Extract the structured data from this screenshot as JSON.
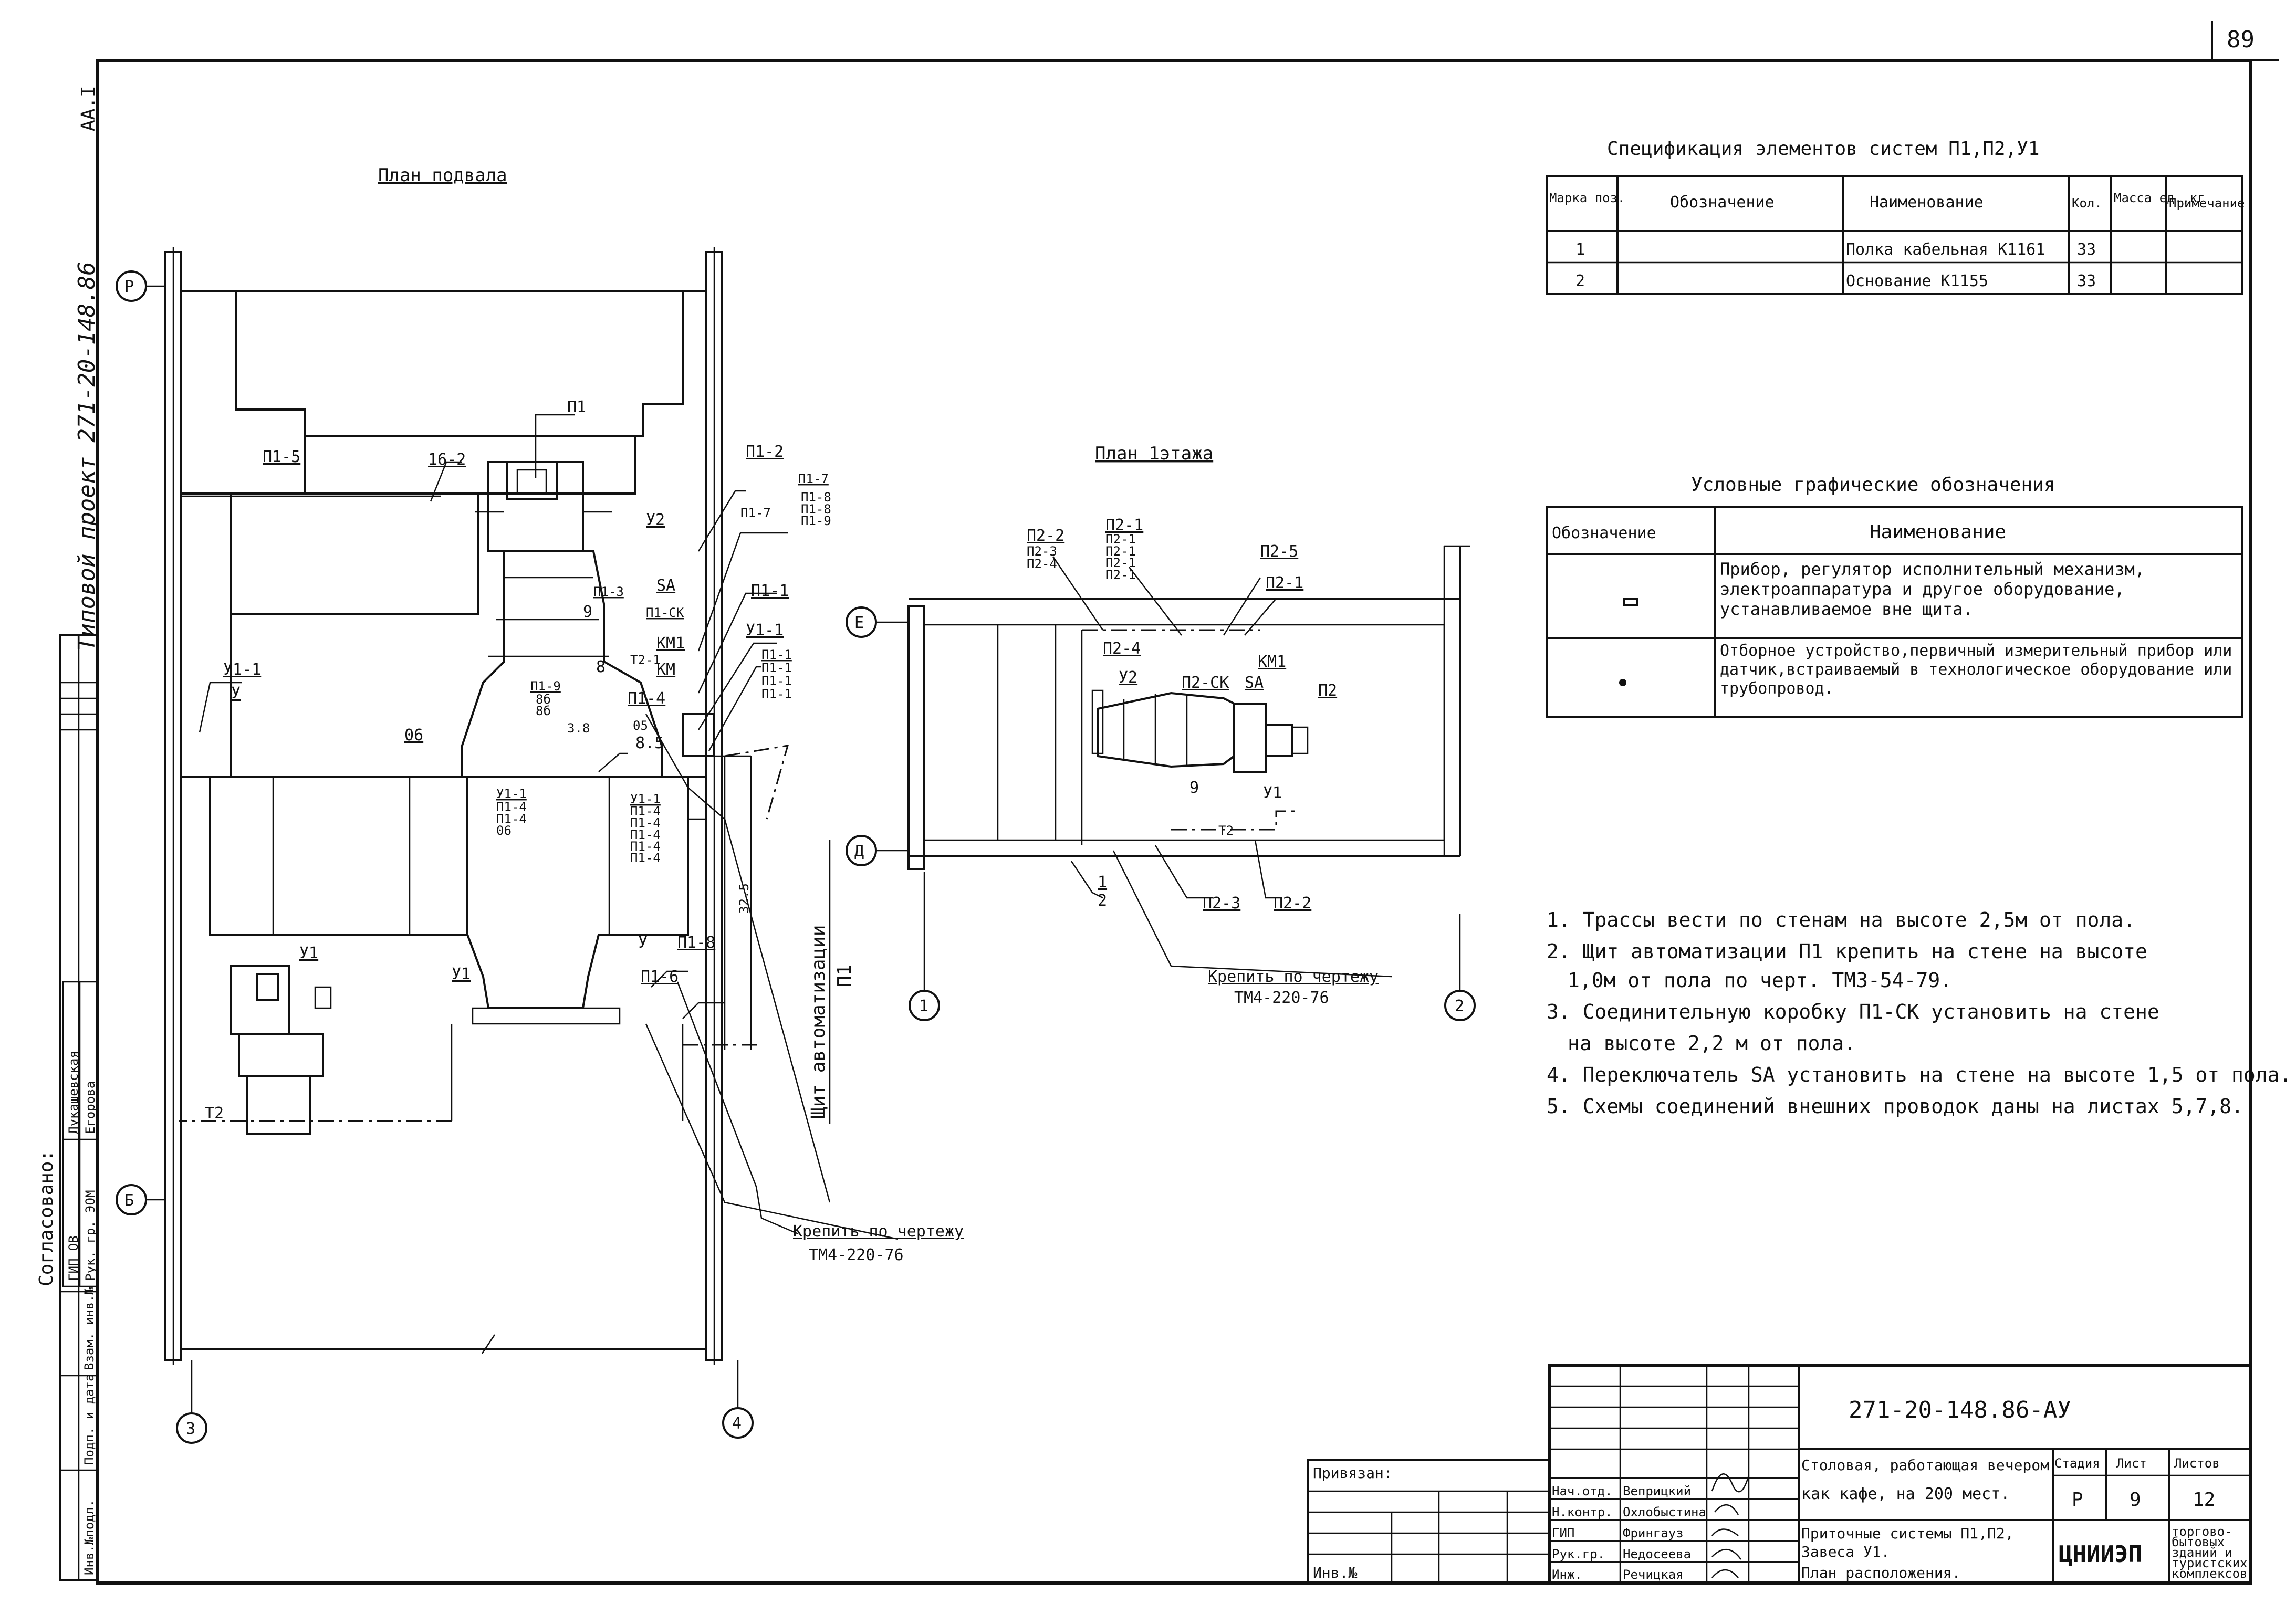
{
  "sheet": {
    "page_number": "89",
    "sheet_code": "АА.I",
    "project_note": "Типовой проект 271-20-148.86"
  },
  "basement_plan": {
    "title": "План подвала",
    "axis_labels": [
      "Р",
      "Б",
      "3",
      "4"
    ],
    "tags": [
      "П1",
      "П1-5",
      "16-2",
      "П1-2",
      "П1-7",
      "П1-7",
      "П1-8",
      "П1-8",
      "П1-9",
      "У2",
      "SA",
      "П1-СК",
      "П1-3",
      "П1-1",
      "У1-1",
      "9",
      "КМ1",
      "КМ",
      "8",
      "Т2-1",
      "У1-1",
      "У",
      "П1-9",
      "8б",
      "8б",
      "П1-4",
      "3.8",
      "8.5",
      "05",
      "06",
      "У1-1",
      "П1-4",
      "П1-4",
      "06",
      "У1-1",
      "П1-4",
      "П1-4",
      "П1-4",
      "П1-4",
      "П1-4",
      "У",
      "П1-8",
      "П1-6",
      "У1",
      "У1",
      "Т2",
      "32.5"
    ],
    "right_tags": [
      "П1-1",
      "П1-1",
      "П1-1",
      "П1-1"
    ],
    "cabinet_label": "Щит автоматизации",
    "cabinet_sub": "П1",
    "fix_note": "Крепить по чертежу",
    "fix_ref": "ТМ4-220-76"
  },
  "floor1_plan": {
    "title": "План 1этажа",
    "axis_labels": [
      "Е",
      "Д",
      "1",
      "2"
    ],
    "tags": [
      "П2-2",
      "П2-3",
      "П2-4",
      "П2-1",
      "П2-1",
      "П2-1",
      "П2-1",
      "П2-1",
      "П2-5",
      "П2-1",
      "П2-4",
      "У2",
      "П2-СК",
      "SA",
      "КМ1",
      "П2",
      "9",
      "У1",
      "Т2",
      "П2-3",
      "П2-2",
      "1",
      "2"
    ],
    "fix_note": "Крепить по чертежу",
    "fix_ref": "ТМ4-220-76"
  },
  "spec_table": {
    "title": "Спецификация элементов систем П1,П2,У1",
    "headers": [
      "Марка поз.",
      "Обозначение",
      "Наименование",
      "Кол.",
      "Масса ед.,кг",
      "Примечание"
    ],
    "rows": [
      [
        "1",
        "",
        "Полка кабельная К1161",
        "33",
        "",
        ""
      ],
      [
        "2",
        "",
        "Основание К1155",
        "33",
        "",
        ""
      ]
    ]
  },
  "legend_table": {
    "title": "Условные графические обозначения",
    "headers": [
      "Обозначение",
      "Наименование"
    ],
    "rows": [
      [
        "Прибор, регулятор исполнительный механизм, электроаппаратура и другое оборудование, устанавливаемое вне щита."
      ],
      [
        "Отборное устройство,первичный измерительный прибор или датчик,встраиваемый в технологическое оборудование или трубопровод."
      ]
    ]
  },
  "notes": [
    "1. Трассы вести по стенам на высоте 2,5м от пола.",
    "2. Щит автоматизации П1 крепить на стене на высоте",
    "1,0м от пола по черт. ТМ3-54-79.",
    "3. Соединительную коробку П1-СК установить на стене",
    "на высоте 2,2 м от пола.",
    "4. Переключатель SA установить на стене на высоте 1,5 от пола.",
    "5. Схемы соединений внешних проводок даны на листах 5,7,8."
  ],
  "left_margin": {
    "agreed": "Согласовано:",
    "r1": "ГИП ОВ",
    "r2": "Рук. гр. ЭОМ",
    "sig1": "Лукашевская",
    "sig2": "Егорова",
    "strip": [
      "Инв.№подл.",
      "Подп. и дата",
      "Взам. инв.№"
    ]
  },
  "title_block": {
    "code": "271-20-148.86-АУ",
    "bound": "Привязан:",
    "inv": "Инв.№",
    "roles": [
      "Нач.отд.",
      "Н.контр.",
      "ГИП",
      "Рук.гр.",
      "Инж."
    ],
    "names": [
      "Веприцкий",
      "Охлобыстина",
      "Фрингауз",
      "Недосеева",
      "Речицкая"
    ],
    "object": "Столовая, работающая вечером как кафе, на 200 мест.",
    "object_l1": "Столовая, работающая вечером",
    "object_l2": "как кафе, на 200 мест.",
    "sheet_title_l1": "Приточные системы П1,П2,",
    "sheet_title_l2": "Завеса У1.",
    "sheet_title_l3": "План расположения.",
    "stage_h": "Стадия",
    "sheet_h": "Лист",
    "sheets_h": "Листов",
    "stage": "Р",
    "sheet_no": "9",
    "sheets_total": "12",
    "org": "ЦНИИЭП",
    "org_sub1": "торгово-",
    "org_sub2": "бытовых",
    "org_sub3": "зданий и",
    "org_sub4": "туристских",
    "org_sub5": "комплексов"
  }
}
